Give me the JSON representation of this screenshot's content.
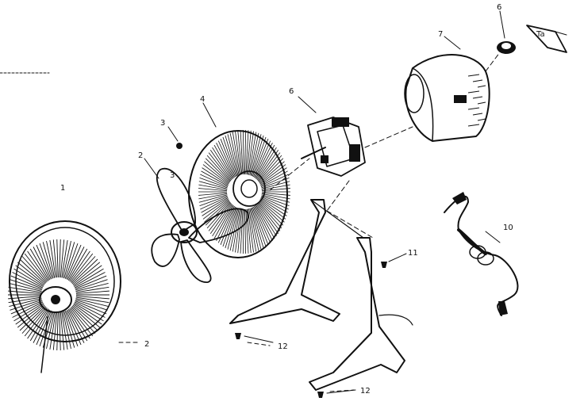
{
  "callouts": {
    "p1": "1",
    "p2_blade": "2",
    "p2_grille_screw": "2",
    "p3_grille_tab": "3",
    "p3_blade_nut": "3",
    "p4": "4",
    "p6_motor": "6",
    "p6_switch": "6",
    "p7": "7",
    "p10": "10",
    "p11": "11",
    "p12_left": "12",
    "p12_right": "12"
  },
  "colors": {
    "ink": "#111111",
    "paper": "#ffffff"
  }
}
